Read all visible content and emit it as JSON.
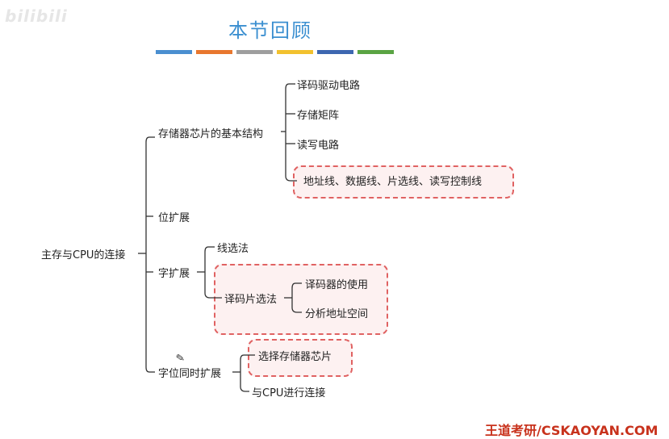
{
  "watermark": "bilibili",
  "title": "本节回顾",
  "underline_colors": [
    "#4a8fd0",
    "#e8772e",
    "#9e9e9e",
    "#f2c12e",
    "#3d67b0",
    "#5aa443"
  ],
  "accent_dash_color": "#e06262",
  "root": "主存与CPU的连接",
  "branch_storage_structure": {
    "label": "存储器芯片的基本结构",
    "children": [
      "译码驱动电路",
      "存储矩阵",
      "读写电路",
      "地址线、数据线、片选线、读写控制线"
    ]
  },
  "branch_bit_extension": {
    "label": "位扩展"
  },
  "branch_word_extension": {
    "label": "字扩展",
    "children": [
      "线选法",
      "译码片选法"
    ],
    "decoder_children": [
      "译码器的使用",
      "分析地址空间"
    ]
  },
  "branch_word_bit_extension": {
    "label": "字位同时扩展",
    "children": [
      "选择存储器芯片",
      "与CPU进行连接"
    ]
  },
  "footer": "王道考研/CSKAOYAN.COM"
}
